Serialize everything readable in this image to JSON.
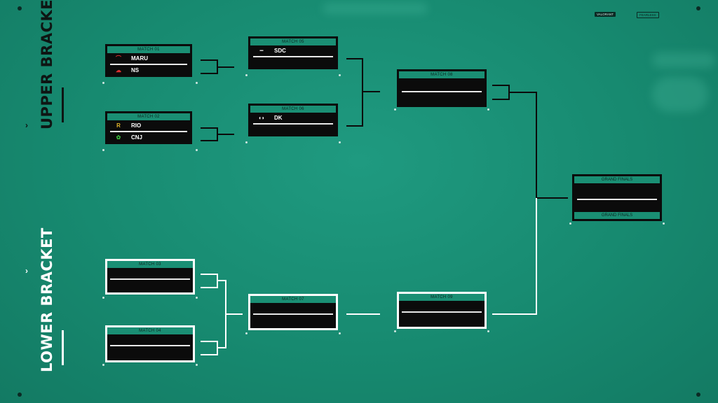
{
  "top_right": {
    "logo_left": "VALORANT",
    "logo_right": "FEARLESS"
  },
  "upper": {
    "title": "UPPER BRACKET"
  },
  "lower": {
    "title": "LOWER BRACKET"
  },
  "matches": {
    "m1": {
      "header": "MATCH 01",
      "team1": "MARU",
      "team2": "NS"
    },
    "m2": {
      "header": "MATCH 02",
      "team1": "RIO",
      "team2": "CNJ"
    },
    "m3": {
      "header": "MATCH 03",
      "team1": "",
      "team2": ""
    },
    "m4": {
      "header": "MATCH 04",
      "team1": "",
      "team2": ""
    },
    "m5": {
      "header": "MATCH 05",
      "team1": "SDC",
      "team2": ""
    },
    "m6": {
      "header": "MATCH 06",
      "team1": "DK",
      "team2": ""
    },
    "m7": {
      "header": "MATCH 07",
      "team1": "",
      "team2": ""
    },
    "m8": {
      "header": "MATCH 08",
      "team1": "",
      "team2": ""
    },
    "m9": {
      "header": "MATCH 09",
      "team1": "",
      "team2": ""
    }
  },
  "grand_finals": {
    "header": "GRAND FINALS",
    "footer": "GRAND FINALS"
  },
  "colors": {
    "background": "#178a70",
    "card": "#0b0b0b",
    "header_band": "#1a8f74",
    "lower_border": "#ffffff"
  },
  "icons": {
    "maru": "red-wing-logo-icon",
    "ns": "red-cloud-logo-icon",
    "rio": "yellow-r-logo-icon",
    "cnj": "green-cnj-logo-icon",
    "sdc": "sdc-wordmark-icon",
    "dk": "dk-wordmark-icon"
  }
}
